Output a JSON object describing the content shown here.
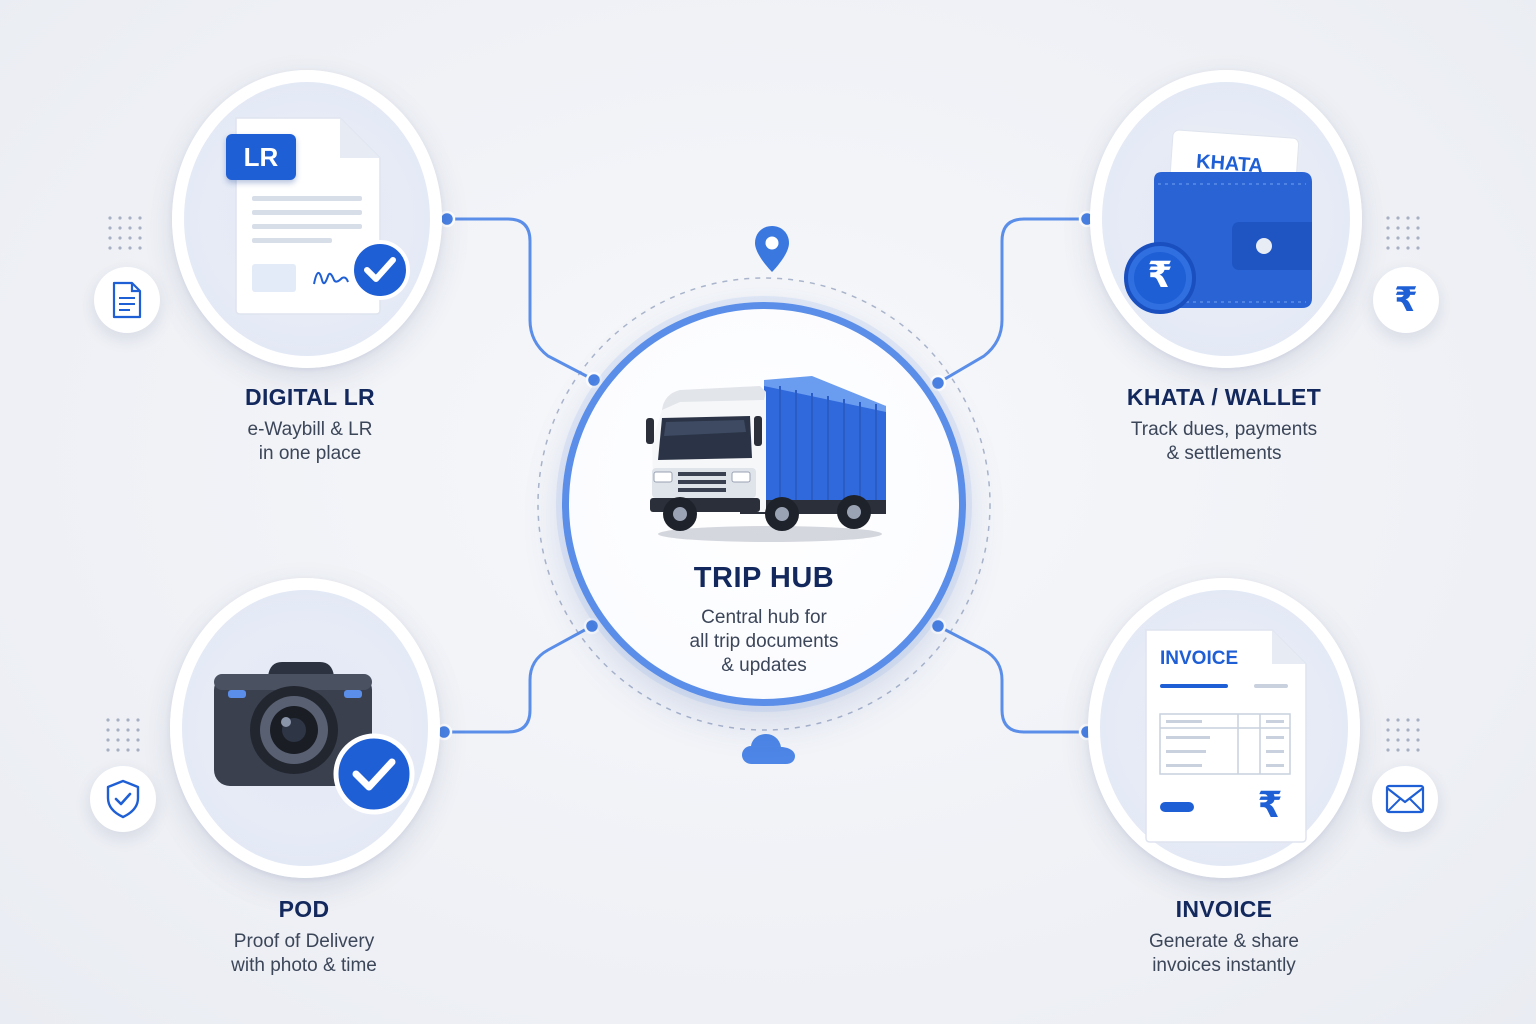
{
  "hub": {
    "title": "TRIP HUB",
    "desc_lines": [
      "Central hub for",
      "all trip documents",
      "& updates"
    ]
  },
  "nodes": {
    "digital_lr": {
      "title": "DIGITAL LR",
      "desc_lines": [
        "e-Waybill & LR",
        "in one place"
      ],
      "badge": "LR"
    },
    "khata_wallet": {
      "title": "KHATA / WALLET",
      "desc_lines": [
        "Track dues, payments",
        "& settlements"
      ],
      "badge": "KHATA",
      "currency_symbol": "₹"
    },
    "pod": {
      "title": "POD",
      "desc_lines": [
        "Proof of Delivery",
        "with photo & time"
      ]
    },
    "invoice": {
      "title": "INVOICE",
      "desc_lines": [
        "Generate & share",
        "invoices instantly"
      ],
      "badge": "INVOICE",
      "currency_symbol": "₹"
    }
  },
  "side_icons": {
    "digital_lr": "document-icon",
    "khata_wallet": "rupee-icon",
    "pod": "shield-check-icon",
    "invoice": "mail-icon"
  },
  "decorations": {
    "top": "location-pin-icon",
    "bottom": "cloud-icon"
  },
  "colors": {
    "accent": "#1f5fd6",
    "accent_light": "#5b8ee8",
    "title_text": "#13285c",
    "body_text": "#3c4659",
    "node_fill": "#e3e9f7"
  }
}
